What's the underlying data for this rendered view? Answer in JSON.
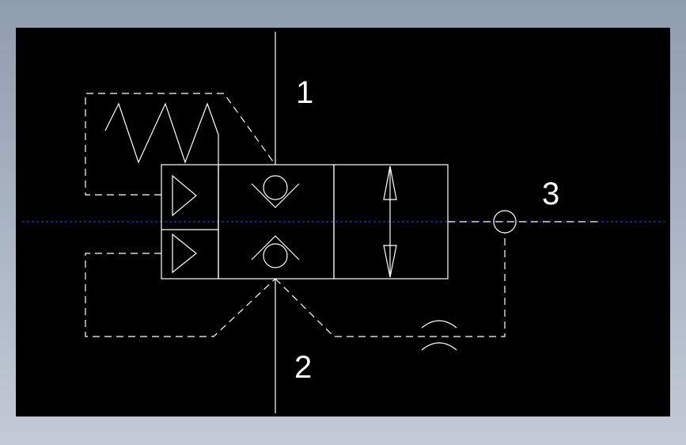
{
  "diagram": {
    "type": "pneumatic-valve-symbol",
    "colors": {
      "background": "#000000",
      "lines": "#ffffff",
      "centerline": "#2a3bd6",
      "frame": "#a9b4c4"
    },
    "ports": [
      {
        "id": "port-1",
        "label": "1"
      },
      {
        "id": "port-2",
        "label": "2"
      },
      {
        "id": "port-3",
        "label": "3"
      }
    ]
  }
}
